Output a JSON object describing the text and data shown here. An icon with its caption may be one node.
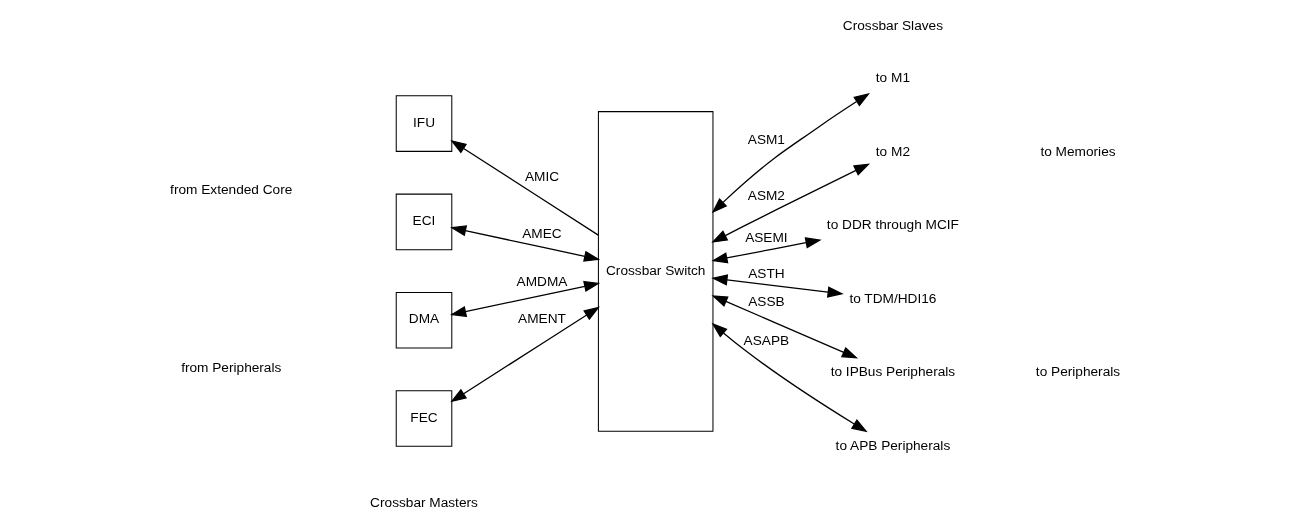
{
  "diagram": {
    "nodes": [
      {
        "text": [
          "IFU"
        ]
      },
      {
        "text": [
          "ECI"
        ]
      },
      {
        "text": [
          "DMA"
        ]
      },
      {
        "text": [
          "FEC"
        ]
      },
      {
        "text": [
          "Crossbar Switch"
        ]
      },
      {
        "text": [
          "to M1"
        ]
      },
      {
        "text": [
          "to M2"
        ]
      },
      {
        "text": [
          "to DDR through MCIF"
        ]
      },
      {
        "text": [
          "to TDM/HDI16"
        ]
      },
      {
        "text": [
          "to IPBus Peripherals"
        ]
      },
      {
        "text": [
          "to APB Peripherals"
        ]
      }
    ],
    "edges": [
      {
        "from": 4,
        "to": 0,
        "arrow": "to",
        "label": "AMIC"
      },
      {
        "from": 1,
        "to": 4,
        "arrow": "both",
        "label": "AMEC"
      },
      {
        "from": 2,
        "to": 4,
        "arrow": "both",
        "label": "AMDMA"
      },
      {
        "from": 3,
        "to": 4,
        "arrow": "both",
        "label": "AMENT"
      },
      {
        "from": 4,
        "to": 5,
        "arrow": "both",
        "label": "ASM1"
      },
      {
        "from": 4,
        "to": 6,
        "arrow": "both",
        "label": "ASM2"
      },
      {
        "from": 4,
        "to": 7,
        "arrow": "both",
        "label": "ASEMI"
      },
      {
        "from": 4,
        "to": 8,
        "arrow": "both",
        "label": "ASTH"
      },
      {
        "from": 4,
        "to": 9,
        "arrow": "both",
        "label": "ASSB"
      },
      {
        "from": 4,
        "to": 10,
        "arrow": "both",
        "label": "ASAPB"
      }
    ],
    "labels": [
      "from Extended Core",
      "from Peripherals",
      "to Memories",
      "to Peripherals",
      "Crossbar Masters",
      "Crossbar Slaves"
    ]
  }
}
